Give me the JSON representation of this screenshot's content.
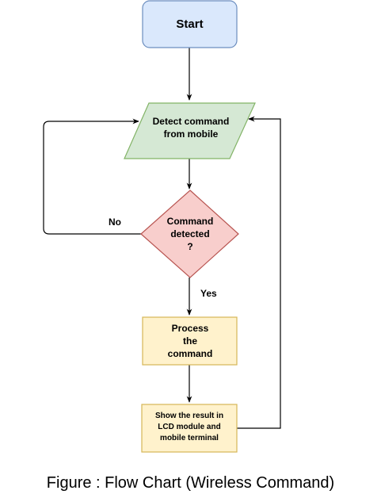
{
  "colors": {
    "start_fill": "#dae8fc",
    "start_stroke": "#6c8ebf",
    "io_fill": "#d5e8d4",
    "io_stroke": "#82b366",
    "decision_fill": "#f8cecc",
    "decision_stroke": "#b85450",
    "process_fill": "#fff2cc",
    "process_stroke": "#d6b656",
    "edge": "#000000"
  },
  "nodes": {
    "start": {
      "lines": [
        "Start"
      ]
    },
    "detect": {
      "lines": [
        "Detect command",
        "from mobile"
      ]
    },
    "decision": {
      "lines": [
        "Command",
        "detected",
        "?"
      ]
    },
    "process": {
      "lines": [
        "Process",
        "the",
        "command"
      ]
    },
    "show": {
      "lines": [
        "Show the result in",
        "LCD module and",
        "mobile terminal"
      ]
    }
  },
  "edges": {
    "no_label": "No",
    "yes_label": "Yes"
  },
  "caption": "Figure : Flow Chart (Wireless Command)"
}
